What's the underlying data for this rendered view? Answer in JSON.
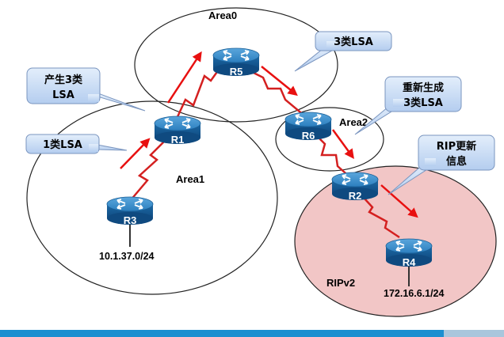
{
  "areas": {
    "area0": "Area0",
    "area1": "Area1",
    "area2": "Area2",
    "ripv2": "RIPv2"
  },
  "routers": {
    "r1": "R1",
    "r2": "R2",
    "r3": "R3",
    "r4": "R4",
    "r5": "R5",
    "r6": "R6"
  },
  "networks": {
    "r3_net": "10.1.37.0/24",
    "r4_net": "172.16.6.1/24"
  },
  "callouts": {
    "lsa3_gen_line1": "产生3类",
    "lsa3_gen_line2": "LSA",
    "lsa1": "1类LSA",
    "lsa3": "3类LSA",
    "regen_line1": "重新生成",
    "regen_line2": "3类LSA",
    "rip_line1": "RIP更新",
    "rip_line2": "信息"
  },
  "colors": {
    "link": "#d42020",
    "arrow": "#e81010",
    "router_body": "#1c6fa8",
    "callout_fill": "#c9dcf4",
    "rip_area_fill": "#f2c6c6",
    "bottom_bar": "#1b8fd0"
  }
}
